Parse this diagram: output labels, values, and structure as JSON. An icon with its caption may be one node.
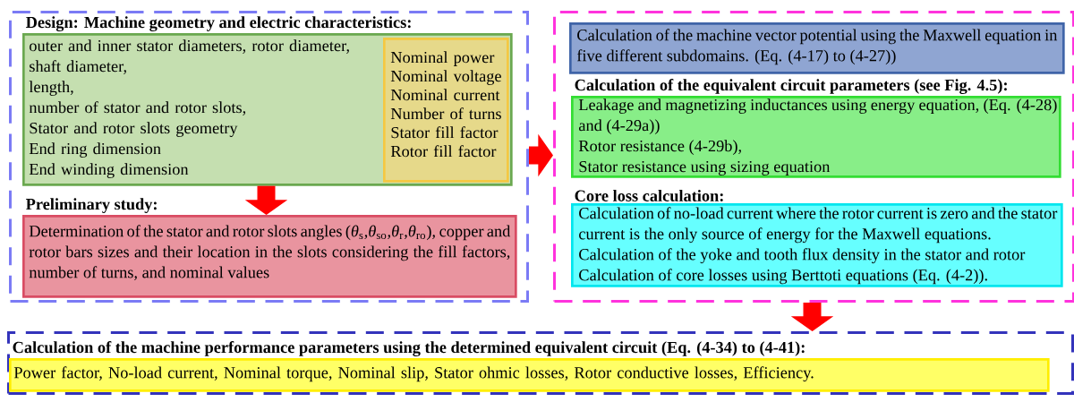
{
  "diagram": {
    "nodes": [
      {
        "text": [],
        "shape": "box"
      },
      {
        "text": [
          "Design: Machine geometry and electric characteristics:",
          "outer and inner stator diameters, rotor diameter,",
          "shaft diameter,",
          "length,",
          "number of stator and rotor slots,",
          "Stator and rotor slots geometry",
          "End ring dimension",
          "End winding dimension"
        ],
        "in": 0
      },
      {
        "text": [
          "Nominal power",
          "Nominal voltage",
          "Nominal current",
          "Number of turns",
          "Stator fill factor",
          "Rotor fill factor"
        ],
        "in": 1
      },
      {
        "text": [
          "Preliminary study:",
          "Determination of the stator and rotor slots angles (*θ*$_{s}$,*θ*$_{so}$,*θ*$_{r}$,*θ*$_{ro}$), copper and rotor bars sizes and their location in the slots considering the fill factors, number of turns, and nominal values"
        ],
        "in": 0
      },
      {
        "text": [],
        "shape": "box"
      },
      {
        "text": [
          "Calculation of the machine vector potential using the Maxwell equation in five different subdomains. (Eq. (4-17) to (4-27))"
        ],
        "in": 4
      },
      {
        "text": [
          "Calculation of the equivalent circuit parameters (see Fig. 4.5):",
          "Leakage and magnetizing inductances using energy equation, (Eq. (4-28) and (4-29a))",
          "Rotor resistance (4-29b),",
          "Stator resistance using sizing equation"
        ],
        "in": 4
      },
      {
        "text": [
          "Core loss calculation:",
          "Calculation of no-load current where the rotor current is zero and the stator current is the only source of energy for the Maxwell equations.",
          "Calculation of the yoke and tooth flux density in the stator and rotor",
          "Calculation of core losses using Berttoti equations (Eq. (4-2))."
        ],
        "in": 4
      },
      {
        "text": [],
        "shape": "box"
      },
      {
        "text": [
          "Calculation of the machine performance parameters using the determined equivalent circuit (Eq. (4-34) to (4-41):",
          "Power factor,  No-load current,  Nominal torque,  Nominal slip,  Stator ohmic losses,  Rotor conductive losses,  Efficiency."
        ],
        "in": 8
      }
    ],
    "edges": [
      {
        "from": 1,
        "to": 3,
        "arrow": "to"
      },
      {
        "from": 0,
        "to": 4,
        "arrow": "to"
      },
      {
        "from": 4,
        "to": 8,
        "arrow": "to"
      }
    ]
  }
}
